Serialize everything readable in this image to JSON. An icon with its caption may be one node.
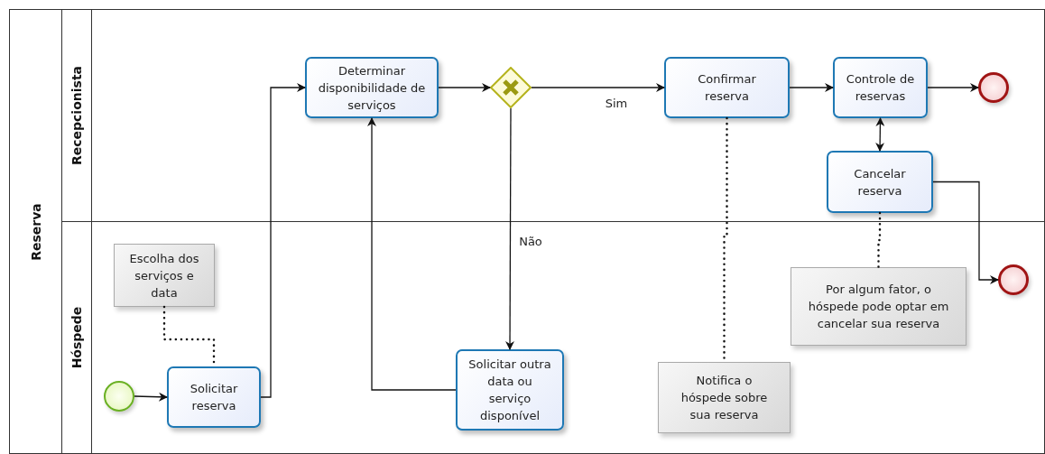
{
  "diagram": {
    "nodes": [
      {
        "text": [
          "Reserva"
        ]
      },
      {
        "text": [
          "Recepcionista"
        ],
        "in": 0
      },
      {
        "text": [
          "Hóspede"
        ],
        "in": 0
      },
      {
        "text": [],
        "shape": "circle",
        "in": 2
      },
      {
        "text": [
          "Solicitar reserva"
        ],
        "in": 2
      },
      {
        "text": [
          "Escolha dos serviços e data"
        ],
        "in": 2
      },
      {
        "text": [
          "Determinar disponibilidade de serviços"
        ],
        "in": 1
      },
      {
        "text": [],
        "shape": "diamond",
        "in": 1
      },
      {
        "text": [
          "Confirmar reserva"
        ],
        "in": 1
      },
      {
        "text": [
          "Controle de reservas"
        ],
        "in": 1
      },
      {
        "text": [],
        "shape": "circle",
        "in": 1
      },
      {
        "text": [
          "Cancelar reserva"
        ],
        "in": 1
      },
      {
        "text": [
          "Solicitar outra data ou serviço disponível"
        ],
        "in": 2
      },
      {
        "text": [
          "Notifica o hóspede sobre sua reserva"
        ],
        "in": 2
      },
      {
        "text": [
          "Por algum fator, o hóspede pode optar em cancelar sua reserva"
        ],
        "in": 2
      },
      {
        "text": [],
        "shape": "circle",
        "in": 2
      }
    ],
    "edges": [
      {
        "from": 3,
        "to": 4,
        "arrow": "to"
      },
      {
        "from": 4,
        "to": 6,
        "arrow": "to"
      },
      {
        "from": 6,
        "to": 7,
        "arrow": "to"
      },
      {
        "from": 7,
        "to": 8,
        "arrow": "to",
        "label": "Sim"
      },
      {
        "from": 8,
        "to": 9,
        "arrow": "to"
      },
      {
        "from": 9,
        "to": 10,
        "arrow": "to"
      },
      {
        "from": 9,
        "to": 11,
        "arrow": "both"
      },
      {
        "from": 11,
        "to": 15,
        "arrow": "to"
      },
      {
        "from": 7,
        "to": 12,
        "arrow": "to",
        "label": "Não"
      },
      {
        "from": 12,
        "to": 6,
        "arrow": "to"
      },
      {
        "from": 5,
        "to": 4,
        "arrow": "none",
        "style": "dashed"
      },
      {
        "from": 8,
        "to": 13,
        "arrow": "none",
        "style": "dashed"
      },
      {
        "from": 11,
        "to": 14,
        "arrow": "none",
        "style": "dashed"
      }
    ]
  }
}
